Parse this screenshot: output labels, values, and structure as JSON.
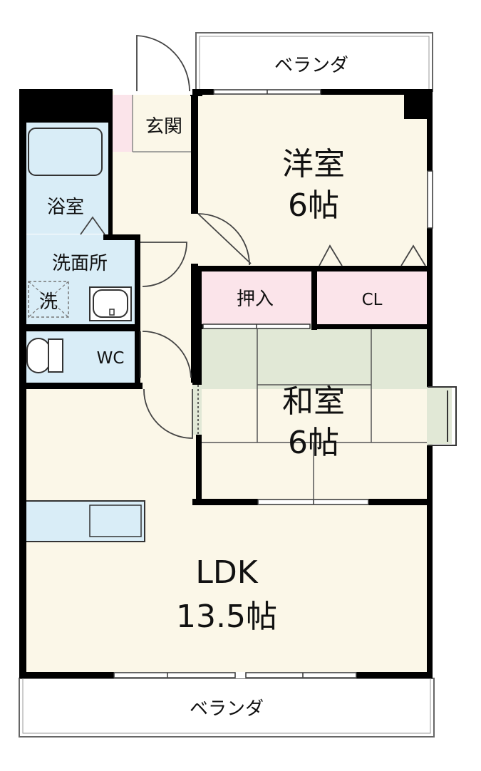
{
  "rooms": {
    "veranda_top": "ベランダ",
    "veranda_bottom": "ベランダ",
    "genkan": "玄関",
    "bath": "浴室",
    "washroom": "洗面所",
    "washer": "洗",
    "wc": "WC",
    "yoshitsu_name": "洋室",
    "yoshitsu_size": "6帖",
    "oshiire": "押入",
    "closet": "CL",
    "washitsu_name": "和室",
    "washitsu_size": "6帖",
    "ldk_name": "LDK",
    "ldk_size": "13.5帖"
  },
  "colors": {
    "wall": "#000000",
    "ldk_floor": "#fbf7e8",
    "wet_area": "#d9edf7",
    "storage": "#fbe4ea",
    "tatami": "#e1e8d6",
    "veranda": "#ffffff",
    "line": "#444444"
  }
}
